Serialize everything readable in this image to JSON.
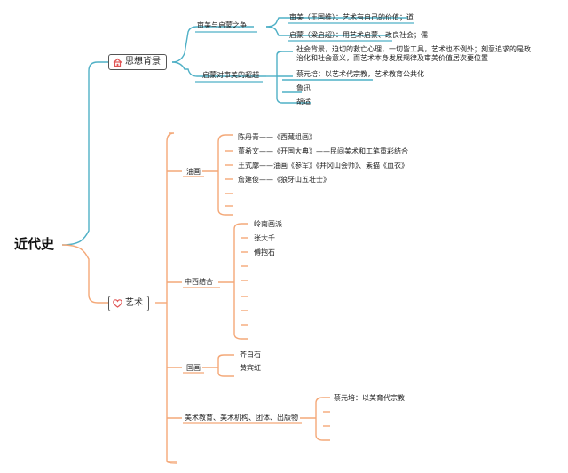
{
  "root": "近代史",
  "colors": {
    "top_branch": "#4fb0c6",
    "bottom_branch": "#f4a878"
  },
  "branch1": {
    "label": "思想背景",
    "icon": "home-icon",
    "sub1": {
      "label": "审美与启蒙之争",
      "items": [
        "审美（王国维）：艺术有自己的价值；道",
        "启蒙（梁启超）：用艺术启蒙、改良社会；儒"
      ]
    },
    "sub2": {
      "label": "启蒙对审美的超越",
      "items": [
        "社会背景，迫切的救亡心理，一切皆工具，艺术也不例外；刻意追求的是政治化和社会意义，而艺术本身发展规律及审美价值居次要位置",
        "蔡元培：以艺术代宗教，艺术教育公共化",
        "鲁迅",
        "胡适"
      ]
    }
  },
  "branch2": {
    "label": "艺术",
    "icon": "heart-icon",
    "oil": {
      "label": "油画",
      "items": [
        "陈丹青——《西藏组画》",
        "董希文——《开国大典》——民间美术和工笔重彩结合",
        "王式廓——油画《参军》《井冈山会师》、素描《血衣》",
        "詹建俊——《狼牙山五壮士》"
      ]
    },
    "fusion": {
      "label": "中西结合",
      "items": [
        "岭南画派",
        "张大千",
        "傅抱石"
      ]
    },
    "guohua": {
      "label": "国画",
      "items": [
        "齐白石",
        "黄宾虹"
      ]
    },
    "edu": {
      "label": "美术教育、美术机构、团体、出版物",
      "items": [
        "蔡元培：以美育代宗教"
      ]
    }
  }
}
